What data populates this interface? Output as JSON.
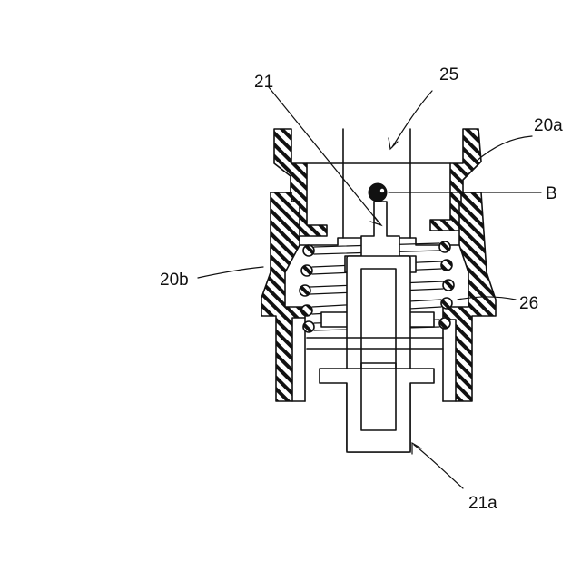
{
  "figure": {
    "labels": {
      "ref_21": "21",
      "ref_25": "25",
      "ref_20a": "20a",
      "ref_B": "B",
      "ref_20b": "20b",
      "ref_26": "26",
      "ref_21a": "21a"
    }
  }
}
